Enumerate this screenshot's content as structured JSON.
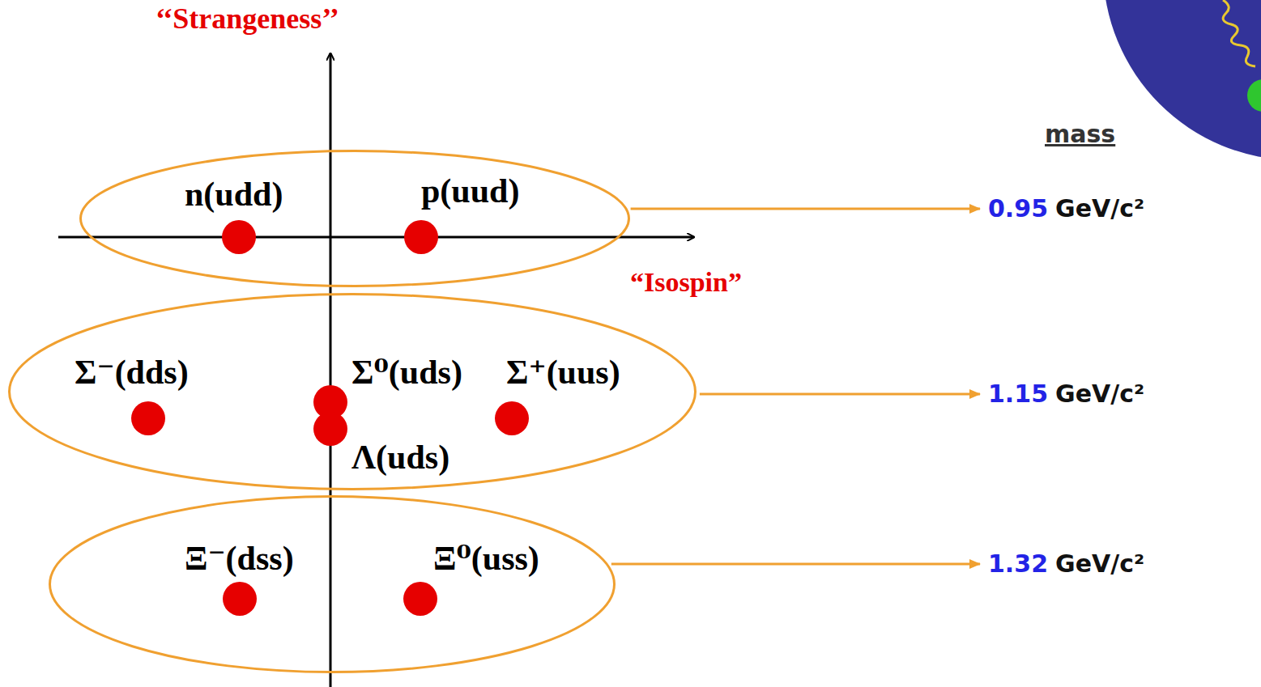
{
  "diagram": {
    "nodes": [
      {
        "text": [
          "n(udd)",
          "p(uud)"
        ]
      },
      {
        "text": [
          "Σ⁻(dds)",
          "Σ⁰(uds)",
          "Σ⁺(uus)",
          "Λ(uds)"
        ]
      },
      {
        "text": [
          "Ξ⁻(dss)",
          "Ξ⁰(uss)"
        ]
      },
      {
        "text": [
          "0.95",
          "GeV/c²"
        ]
      },
      {
        "text": [
          "1.15",
          "GeV/c²"
        ]
      },
      {
        "text": [
          "1.32",
          "GeV/c²"
        ]
      }
    ],
    "edges": [
      {
        "from": 0,
        "to": 3,
        "arrow": "to"
      },
      {
        "from": 1,
        "to": 4,
        "arrow": "to"
      },
      {
        "from": 2,
        "to": 5,
        "arrow": "to"
      }
    ],
    "labels": [
      "‘‘Strangeness’’",
      "“Isospin”",
      "mass"
    ]
  }
}
